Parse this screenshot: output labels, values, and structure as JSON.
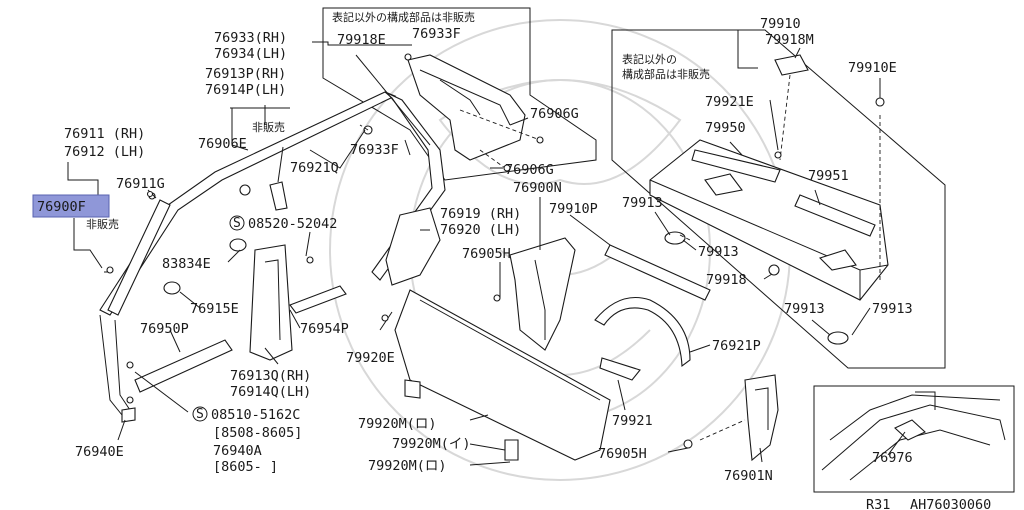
{
  "note_not_sold": "非販売",
  "note_box": "表記以外の構成部品は非販売",
  "note_right_1": "表記以外の",
  "note_right_2": "構成部品は非販売",
  "labels": {
    "p76933": "76933(RH)",
    "p76934": "76934(LH)",
    "p76913P": "76913P(RH)",
    "p76914P": "76914P(LH)",
    "p76911": "76911 (RH)",
    "p76912": "76912 (LH)",
    "p76906E": "76906E",
    "p76911G": "76911G",
    "p76900F": "76900F",
    "p79918E": "79918E",
    "p76933F_top": "76933F",
    "p76906G_1": "76906G",
    "p76906G_2": "76906G",
    "p76933F": "76933F",
    "p76921Q": "76921Q",
    "p76900N": "76900N",
    "s08520": "08520-52042",
    "p76919": "76919 (RH)",
    "p76920": "76920 (LH)",
    "p79910P": "79910P",
    "p83834E": "83834E",
    "p76905H_1": "76905H",
    "p76915E": "76915E",
    "p76954P": "76954P",
    "p76950P": "76950P",
    "p79920E": "79920E",
    "p76913Q": "76913Q(RH)",
    "p76914Q": "76914Q(LH)",
    "s08510": "08510-5162C",
    "range1": "[8508-8605]",
    "p76940A": "76940A",
    "range2": "[8605-    ]",
    "p76940E": "76940E",
    "p79920M_ro1": "79920M(ロ)",
    "p79920M_i": "79920M(イ)",
    "p79920M_ro2": "79920M(ロ)",
    "p79921": "79921",
    "p76905H_2": "76905H",
    "p76921P": "76921P",
    "p76901N": "76901N",
    "p79910": "79910",
    "p79918M": "79918M",
    "p79910E": "79910E",
    "p79921E": "79921E",
    "p79950": "79950",
    "p79951": "79951",
    "p79913_1": "79913",
    "p79913_2": "79913",
    "p79918": "79918",
    "p79913_3": "79913",
    "p79913_4": "79913",
    "p76976": "76976",
    "model": "R31",
    "diagram_id": "AH76030060"
  },
  "colors": {
    "highlight": "#8f97d8",
    "line": "#1a1a1a",
    "watermark": "#d8d8d8"
  },
  "icons": [
    "screw-icon",
    "clip-icon",
    "bolt-icon"
  ]
}
